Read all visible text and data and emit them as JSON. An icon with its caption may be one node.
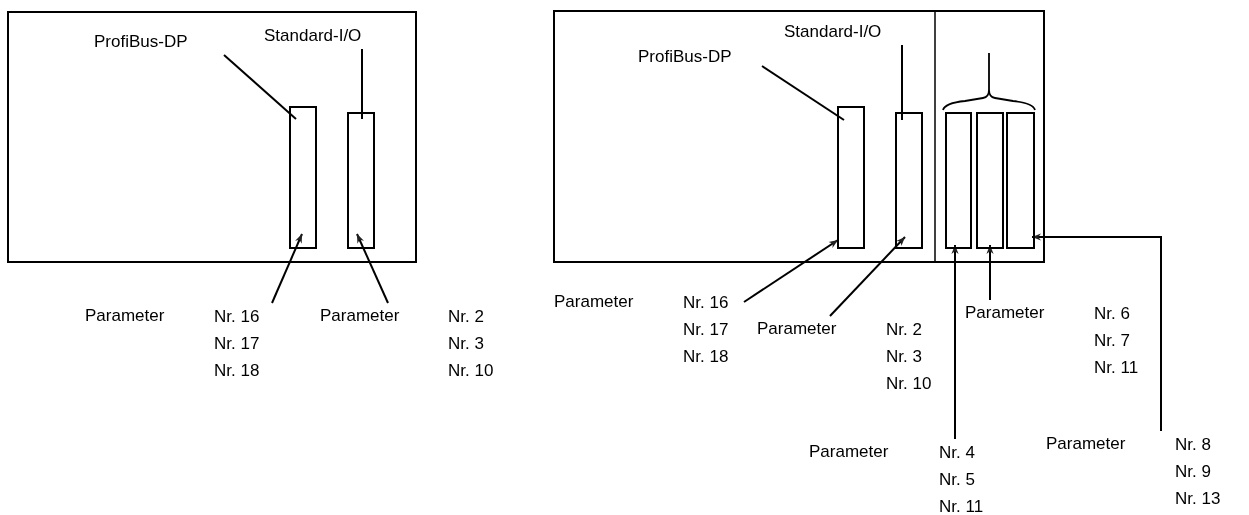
{
  "diagram": {
    "nodes": [
      {
        "text": [],
        "shape": "box"
      },
      {
        "text": [
          "ProfiBus-DP"
        ],
        "in": 0
      },
      {
        "text": [
          "Standard-I/O"
        ],
        "in": 0
      },
      {
        "text": [],
        "shape": "box",
        "in": 0
      },
      {
        "text": [],
        "shape": "box",
        "in": 0
      },
      {
        "text": [
          "Parameter",
          "Nr. 16 Nr. 17 Nr. 18"
        ]
      },
      {
        "text": [
          "Parameter",
          "Nr. 2 Nr. 3 Nr. 10"
        ]
      },
      {
        "text": [],
        "shape": "box"
      },
      {
        "text": [
          "ProfiBus-DP"
        ],
        "in": 7
      },
      {
        "text": [
          "Standard-I/O"
        ],
        "in": 7
      },
      {
        "text": [],
        "shape": "box",
        "in": 7
      },
      {
        "text": [],
        "shape": "box",
        "in": 7
      },
      {
        "text": [],
        "shape": "box",
        "in": 7
      },
      {
        "text": [],
        "shape": "box",
        "in": 7
      },
      {
        "text": [],
        "shape": "box",
        "in": 7
      },
      {
        "text": [
          "Parameter",
          "Nr. 16 Nr. 17 Nr. 18"
        ]
      },
      {
        "text": [
          "Parameter",
          "Nr. 2 Nr. 3 Nr. 10"
        ]
      },
      {
        "text": [
          "Parameter",
          "Nr. 4 Nr. 5 Nr. 11"
        ]
      },
      {
        "text": [
          "Parameter",
          "Nr. 6 Nr. 7 Nr. 11"
        ]
      },
      {
        "text": [
          "Parameter",
          "Nr. 8 Nr. 9 Nr. 13"
        ]
      }
    ],
    "edges": [
      {
        "from": 1,
        "to": 3,
        "arrow": "none"
      },
      {
        "from": 2,
        "to": 4,
        "arrow": "none"
      },
      {
        "from": 5,
        "to": 3,
        "arrow": "to"
      },
      {
        "from": 6,
        "to": 4,
        "arrow": "to"
      },
      {
        "from": 8,
        "to": 10,
        "arrow": "none"
      },
      {
        "from": 9,
        "to": 11,
        "arrow": "none"
      },
      {
        "from": 15,
        "to": 10,
        "arrow": "to"
      },
      {
        "from": 16,
        "to": 11,
        "arrow": "to"
      },
      {
        "from": 17,
        "to": 12,
        "arrow": "to"
      },
      {
        "from": 18,
        "to": 13,
        "arrow": "to"
      },
      {
        "from": 19,
        "to": 14,
        "arrow": "to"
      }
    ]
  }
}
